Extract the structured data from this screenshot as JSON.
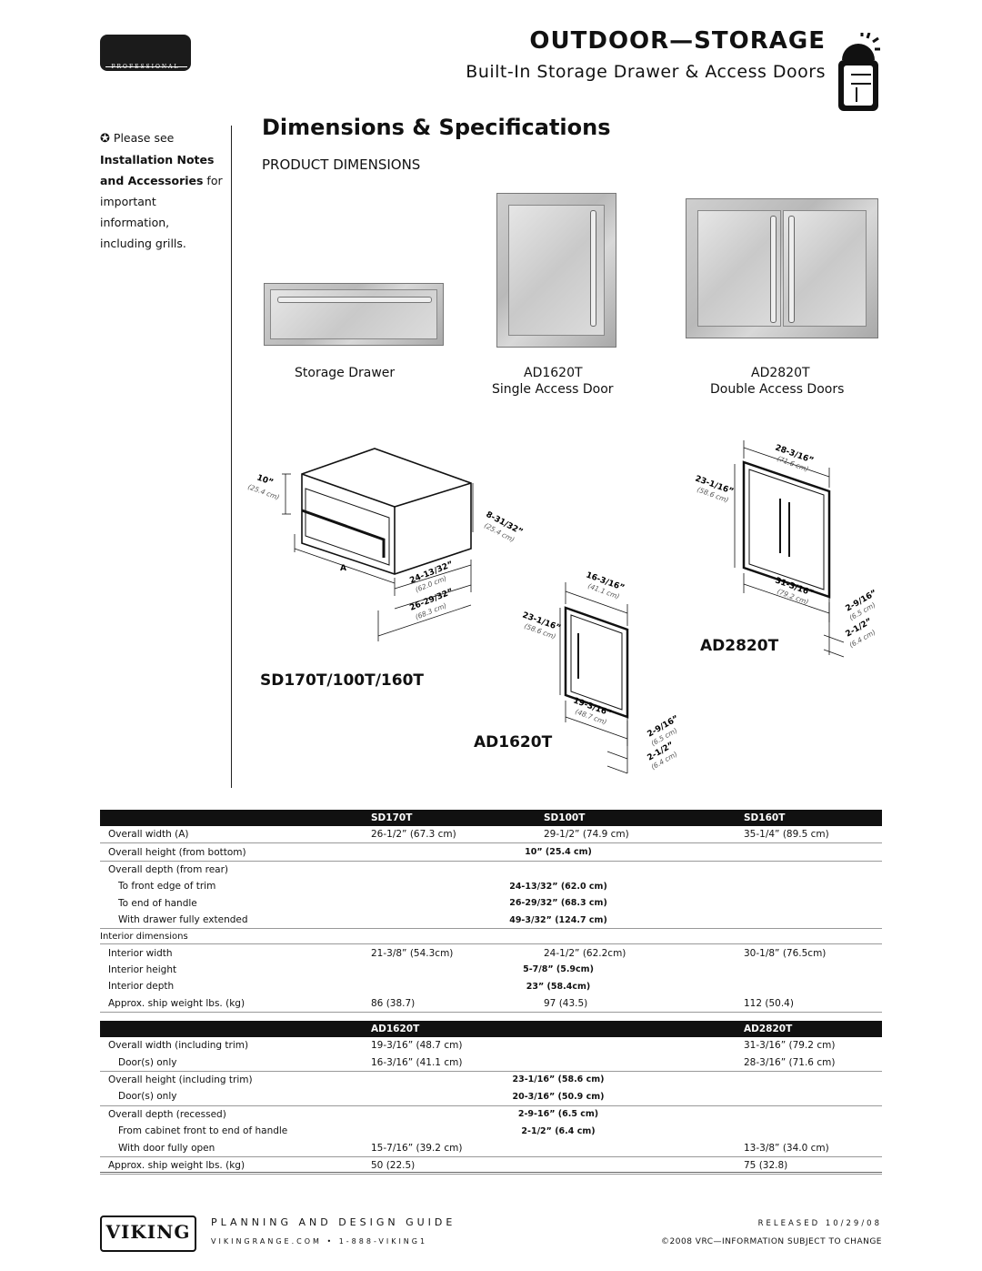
{
  "header": {
    "brand_badge": "PROFESSIONAL",
    "title": "OUTDOOR—STORAGE",
    "subtitle": "Built-In Storage Drawer & Access Doors"
  },
  "sidebar": {
    "note_lines": [
      "Please see",
      "Installation Notes",
      "and Accessories for",
      "important",
      "information,",
      "including grills."
    ]
  },
  "section": {
    "title": "Dimensions & Specifications",
    "subtitle": "PRODUCT DIMENSIONS"
  },
  "products": [
    {
      "name": "Storage Drawer",
      "desc": ""
    },
    {
      "name": "AD1620T",
      "desc": "Single Access Door"
    },
    {
      "name": "AD2820T",
      "desc": "Double Access Doors"
    }
  ],
  "diagrams": {
    "drawer_model": "SD170T/100T/160T",
    "single_model": "AD1620T",
    "double_model": "AD2820T",
    "drawer_dims": {
      "height": "10”",
      "height_cm": "(25.4 cm)",
      "depth_trim": "8-31/32”",
      "depth_trim_cm": "(25.4 cm)",
      "width_label": "A",
      "depth1": "24-13/32”",
      "depth1_cm": "(62.0 cm)",
      "depth2": "26-29/32”",
      "depth2_cm": "(68.3 cm)"
    },
    "single_dims": {
      "door_w": "16-3/16”",
      "door_w_cm": "(41.1 cm)",
      "h": "23-1/16”",
      "h_cm": "(58.6 cm)",
      "w": "19-3/16”",
      "w_cm": "(48.7 cm)",
      "d1": "2-9/16”",
      "d1_cm": "(6.5 cm)",
      "d2": "2-1/2”",
      "d2_cm": "(6.4 cm)"
    },
    "double_dims": {
      "door_w": "28-3/16”",
      "door_w_cm": "(71.6 cm)",
      "h": "23-1/16”",
      "h_cm": "(58.6 cm)",
      "w": "31-3/16”",
      "w_cm": "(79.2 cm)",
      "d1": "2-9/16”",
      "d1_cm": "(6.5 cm)",
      "d2": "2-1/2”",
      "d2_cm": "(6.4 cm)"
    }
  },
  "table1": {
    "headers": [
      "SD170T",
      "SD100T",
      "SD160T"
    ],
    "rows": [
      {
        "label": "Overall width (A)",
        "vals": [
          "26-1/2” (67.3 cm)",
          "29-1/2” (74.9 cm)",
          "35-1/4” (89.5 cm)"
        ],
        "sep": true
      },
      {
        "label": "Overall height (from bottom)",
        "span": "10” (25.4 cm)",
        "sep": true
      },
      {
        "label": "Overall depth (from rear)",
        "span": ""
      },
      {
        "label": "To front edge of trim",
        "span": "24-13/32” (62.0 cm)",
        "indent": true
      },
      {
        "label": "To end of handle",
        "span": "26-29/32” (68.3 cm)",
        "indent": true
      },
      {
        "label": "With drawer fully extended",
        "span": "49-3/32” (124.7 cm)",
        "indent": true,
        "sep": true
      },
      {
        "label": "Interior dimensions",
        "subhead": true
      },
      {
        "label": "Interior width",
        "vals": [
          "21-3/8” (54.3cm)",
          "24-1/2” (62.2cm)",
          "30-1/8” (76.5cm)"
        ]
      },
      {
        "label": "Interior height",
        "span": "5-7/8” (5.9cm)"
      },
      {
        "label": "Interior depth",
        "span": "23” (58.4cm)"
      },
      {
        "label": "Approx. ship weight lbs. (kg)",
        "vals": [
          "86 (38.7)",
          "97 (43.5)",
          "112 (50.4)"
        ],
        "sep": true
      }
    ]
  },
  "table2": {
    "headers": [
      "AD1620T",
      "",
      "AD2820T"
    ],
    "rows": [
      {
        "label": "Overall width (including trim)",
        "vals": [
          "19-3/16” (48.7 cm)",
          "",
          "31-3/16” (79.2 cm)"
        ]
      },
      {
        "label": "Door(s) only",
        "vals": [
          "16-3/16” (41.1 cm)",
          "",
          "28-3/16” (71.6 cm)"
        ],
        "indent": true,
        "sep": true
      },
      {
        "label": "Overall height (including trim)",
        "span": "23-1/16” (58.6 cm)"
      },
      {
        "label": "Door(s) only",
        "span": "20-3/16” (50.9 cm)",
        "indent": true,
        "sep": true
      },
      {
        "label": "Overall depth (recessed)",
        "span": "2-9-16” (6.5 cm)"
      },
      {
        "label": "From cabinet front to end of handle",
        "span": "2-1/2” (6.4 cm)",
        "indent": true
      },
      {
        "label": "With door fully open",
        "vals": [
          "15-7/16” (39.2 cm)",
          "",
          "13-3/8” (34.0 cm)"
        ],
        "indent": true,
        "sep": true
      },
      {
        "label": "Approx. ship weight lbs. (kg)",
        "vals": [
          "50 (22.5)",
          "",
          "75 (32.8)"
        ],
        "sep": true
      }
    ]
  },
  "footer": {
    "logo": "VIKING",
    "guide": "PLANNING AND DESIGN GUIDE",
    "web": "VIKINGRANGE.COM  •  1-888-VIKING1",
    "released": "RELEASED 10/29/08",
    "copyright": "©2008 VRC—INFORMATION SUBJECT TO CHANGE"
  }
}
